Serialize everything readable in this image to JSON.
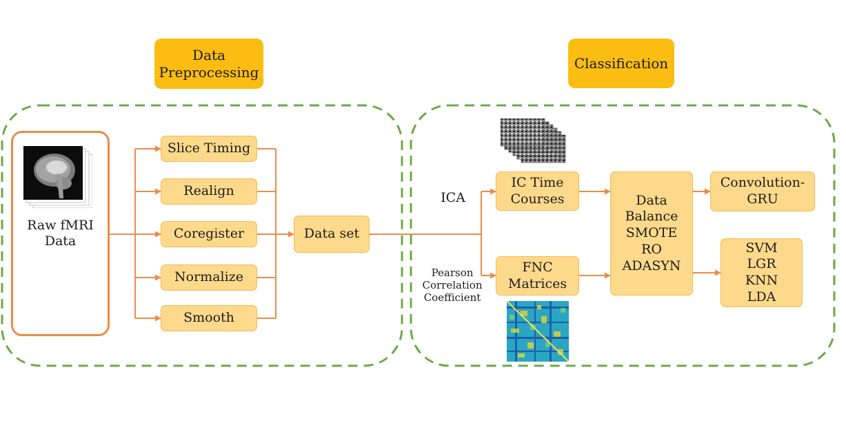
{
  "headers": {
    "preprocessing": "Data\nPreprocessing",
    "classification": "Classification"
  },
  "raw_input": {
    "label": "Raw fMRI\nData"
  },
  "preprocessing_steps": [
    {
      "label": "Slice Timing"
    },
    {
      "label": "Realign"
    },
    {
      "label": "Coregister"
    },
    {
      "label": "Normalize"
    },
    {
      "label": "Smooth"
    }
  ],
  "dataset": {
    "label": "Data set"
  },
  "feature_methods": {
    "ica": "ICA",
    "pearson": "Pearson\nCorrelation\nCoefficient"
  },
  "features": {
    "ic_time_courses": "IC Time\nCourses",
    "fnc_matrices": "FNC\nMatrices"
  },
  "balance": {
    "label": "Data\nBalance\nSMOTE\nRO\nADASYN"
  },
  "models": {
    "deep": "Convolution-\nGRU",
    "classical": "SVM\nLGR\nKNN\nLDA"
  },
  "colors": {
    "header_fill": "#fbbd12",
    "box_fill": "#fdd98b",
    "box_border": "#f3b94e",
    "arrow": "#ec8b47",
    "group_border": "#6aaa45"
  },
  "icons": {
    "brain": "brain-mri-slice-icon",
    "time_courses": "ic-timecourse-stack-icon",
    "fnc": "fnc-matrix-heatmap-icon"
  }
}
